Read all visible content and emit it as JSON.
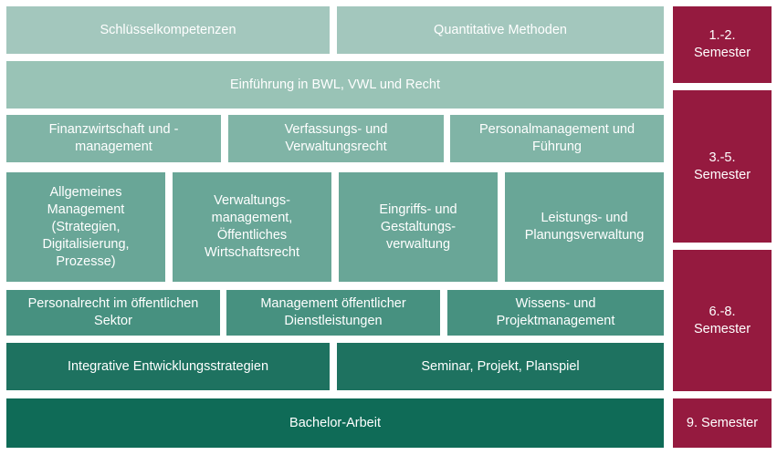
{
  "modules": {
    "schluessel": "Schlüsselkompetenzen",
    "quant": "Quantitative Methoden",
    "einfuehrung": "Einführung in BWL, VWL und Recht",
    "finanz": "Finanzwirtschaft und -management",
    "verfassung": "Verfassungs- und Verwaltungsrecht",
    "personalmgmt": "Personalmanagement und Führung",
    "allgemein": "Allgemeines Management (Strategien, Digitalisierung, Prozesse)",
    "verwaltungsmgmt": "Verwaltungs- management, Öffentliches Wirtschaftsrecht",
    "eingriff": "Eingriffs- und Gestaltungs- verwaltung",
    "leistung": "Leistungs- und Planungsverwaltung",
    "personalrecht": "Personalrecht im öffentlichen Sektor",
    "dienstleistung": "Management öffentlicher Dienstleistungen",
    "wissen": "Wissens- und Projektmanagement",
    "integrativ": "Integrative Entwicklungsstrategien",
    "seminar": "Seminar, Projekt, Planspiel",
    "bachelor": "Bachelor-Arbeit"
  },
  "semesters": {
    "s1": "1.-2. Semester",
    "s3": "3.-5. Semester",
    "s6": "6.-8. Semester",
    "s9": "9. Semester"
  },
  "colors": {
    "semester": "#951a3f",
    "lightest": "#a3c7bd",
    "darkest": "#0f6b57"
  }
}
